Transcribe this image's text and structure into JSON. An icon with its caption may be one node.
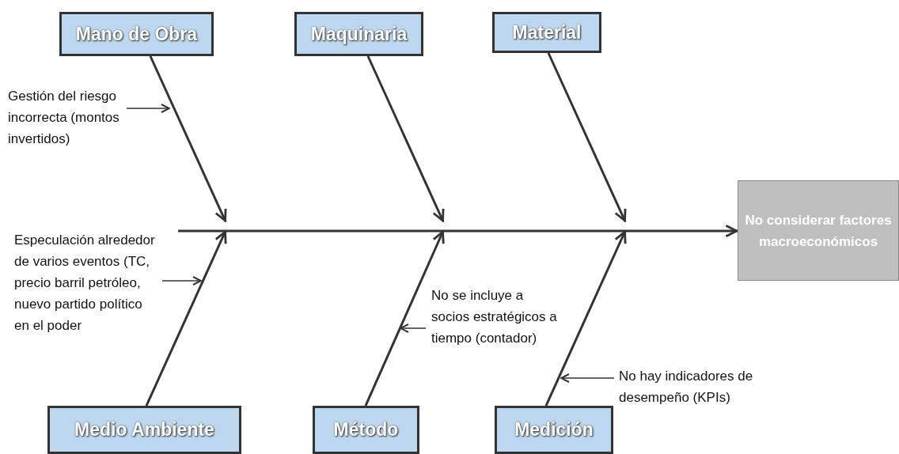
{
  "diagram": {
    "nodes": [
      {
        "text": [
          "Mano de Obra"
        ]
      },
      {
        "text": [
          "Maquinaria"
        ]
      },
      {
        "text": [
          "Material"
        ]
      },
      {
        "text": [
          "No considerar factores macroeconómicos"
        ]
      },
      {
        "text": [
          "Medio Ambiente"
        ]
      },
      {
        "text": [
          "Método"
        ]
      },
      {
        "text": [
          "Medición"
        ]
      },
      {
        "text": [
          "Gestión del riesgo incorrecta (montos invertidos)"
        ]
      },
      {
        "text": [
          "Especulación alrededor de varios eventos (TC, precio barril petróleo, nuevo partido político en el poder"
        ]
      },
      {
        "text": [
          "No se incluye a socios estratégicos a tiempo (contador)"
        ]
      },
      {
        "text": [
          "No hay indicadores de desempeño (KPIs)"
        ]
      }
    ],
    "edges": [
      {
        "from": null,
        "to": 3,
        "arrow": "to"
      },
      {
        "from": 0,
        "to": null,
        "arrow": "to"
      },
      {
        "from": 1,
        "to": null,
        "arrow": "to"
      },
      {
        "from": 2,
        "to": null,
        "arrow": "to"
      },
      {
        "from": 4,
        "to": null,
        "arrow": "to"
      },
      {
        "from": 5,
        "to": null,
        "arrow": "to"
      },
      {
        "from": 6,
        "to": null,
        "arrow": "to"
      },
      {
        "from": 7,
        "to": null,
        "arrow": "to"
      },
      {
        "from": 8,
        "to": null,
        "arrow": "to"
      },
      {
        "from": 9,
        "to": null,
        "arrow": "to"
      },
      {
        "from": 10,
        "to": null,
        "arrow": "to"
      }
    ]
  }
}
